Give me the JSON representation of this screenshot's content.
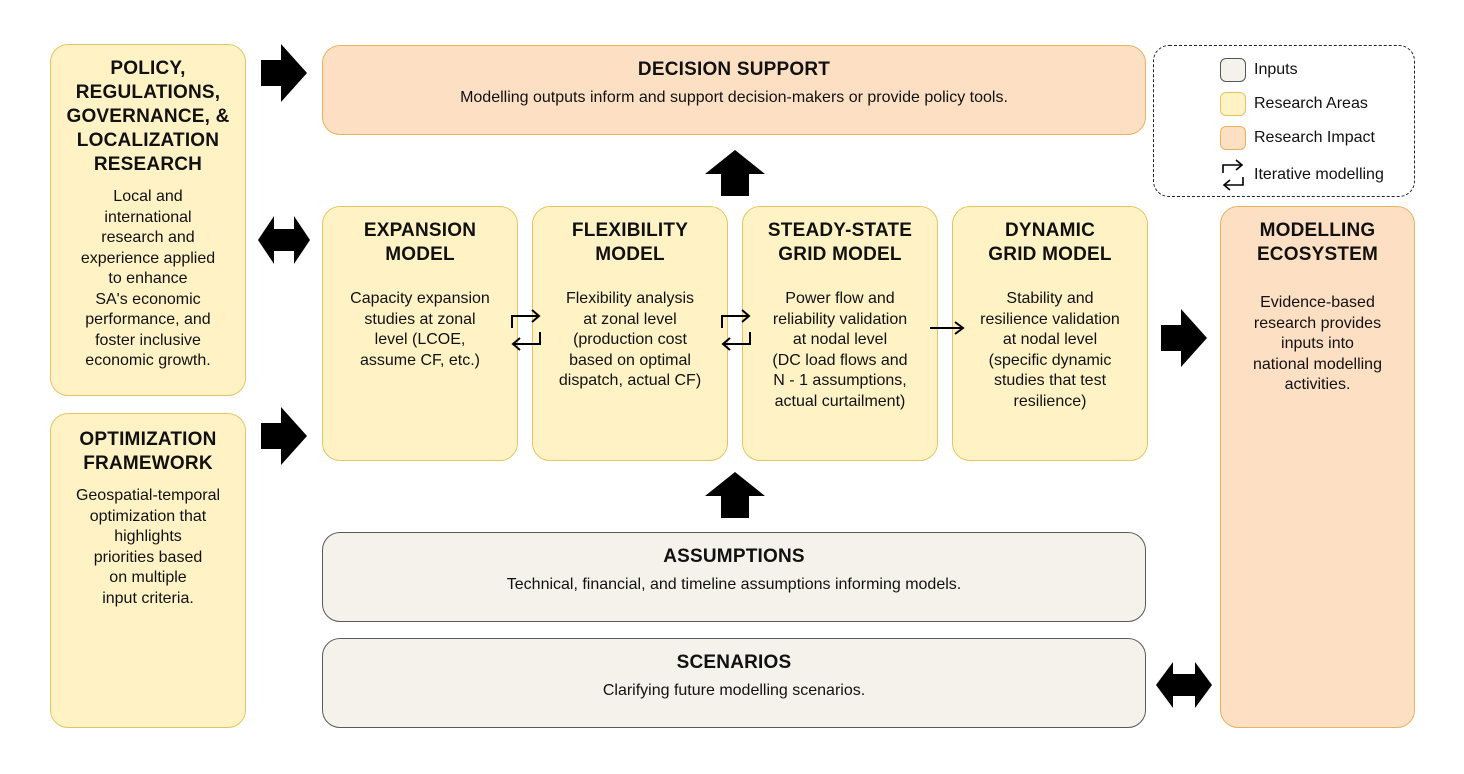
{
  "policy": {
    "title": "POLICY,\nREGULATIONS,\nGOVERNANCE, &\nLOCALIZATION\nRESEARCH",
    "desc": "Local and\ninternational\nresearch and\nexperience applied\nto enhance\nSA's economic\nperformance, and\nfoster inclusive\neconomic growth."
  },
  "optimization": {
    "title": "OPTIMIZATION\nFRAMEWORK",
    "desc": "Geospatial-temporal\noptimization that\nhighlights\npriorities based\non multiple\ninput criteria."
  },
  "decision_support": {
    "title": "DECISION SUPPORT",
    "desc": "Modelling outputs inform and support decision-makers or provide policy tools."
  },
  "models": [
    {
      "title": "EXPANSION\nMODEL",
      "desc": "Capacity expansion\nstudies at zonal\nlevel (LCOE,\nassume CF, etc.)"
    },
    {
      "title": "FLEXIBILITY\nMODEL",
      "desc": "Flexibility analysis\nat zonal level\n(production cost\nbased on optimal\ndispatch, actual CF)"
    },
    {
      "title": "STEADY-STATE\nGRID MODEL",
      "desc": "Power flow and\nreliability validation\nat nodal level\n(DC load flows and\nN - 1 assumptions,\nactual curtailment)"
    },
    {
      "title": "DYNAMIC\nGRID MODEL",
      "desc": "Stability and\nresilience validation\nat nodal level\n(specific dynamic\nstudies that test\nresilience)"
    }
  ],
  "ecosystem": {
    "title": "MODELLING\nECOSYSTEM",
    "desc": "Evidence-based\nresearch provides\ninputs into\nnational modelling\nactivities."
  },
  "assumptions": {
    "title": "ASSUMPTIONS",
    "desc": "Technical, financial, and timeline assumptions informing models."
  },
  "scenarios": {
    "title": "SCENARIOS",
    "desc": "Clarifying future modelling scenarios."
  },
  "legend": {
    "inputs": "Inputs",
    "research_areas": "Research Areas",
    "research_impact": "Research Impact",
    "iterative": "Iterative modelling"
  },
  "colors": {
    "research_fill": "#fff3c6",
    "impact_fill": "#fde0c4",
    "input_fill": "#f4f2ea"
  }
}
